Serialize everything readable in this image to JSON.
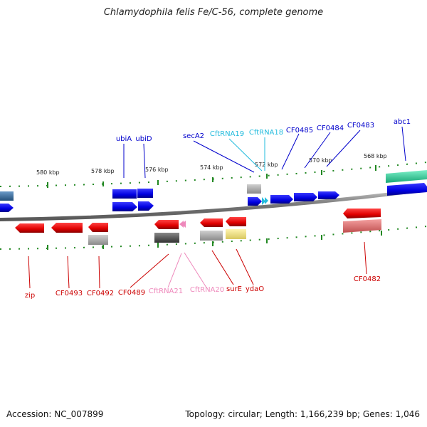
{
  "title": "Chlamydophila felis Fe/C-56, complete genome",
  "footer": {
    "accession": "Accession: NC_007899",
    "topology": "Topology: circular; Length: 1,166,239 bp; Genes: 1,046"
  },
  "ruler_labels": [
    "580 kbp",
    "578 kbp",
    "576 kbp",
    "574 kbp",
    "572 kbp",
    "570 kbp",
    "568 kbp"
  ],
  "forward_genes": [
    "ubiA",
    "ubiD",
    "secA2",
    "CftRNA19",
    "CftRNA18",
    "CF0485",
    "CF0484",
    "CF0483",
    "abc1"
  ],
  "reverse_genes": [
    "zip",
    "CF0493",
    "CF0492",
    "CF0489",
    "CftRNA21",
    "CftRNA20",
    "surE",
    "ydaO",
    "CF0482"
  ],
  "colors": {
    "forward_gene": "#0000ee",
    "reverse_gene": "#ee0000",
    "trna_forward": "#22bbdd",
    "trna_reverse": "#ee88bb",
    "pseudo_gene": "#999999",
    "backbone": "#666666",
    "tick": "#228822"
  }
}
